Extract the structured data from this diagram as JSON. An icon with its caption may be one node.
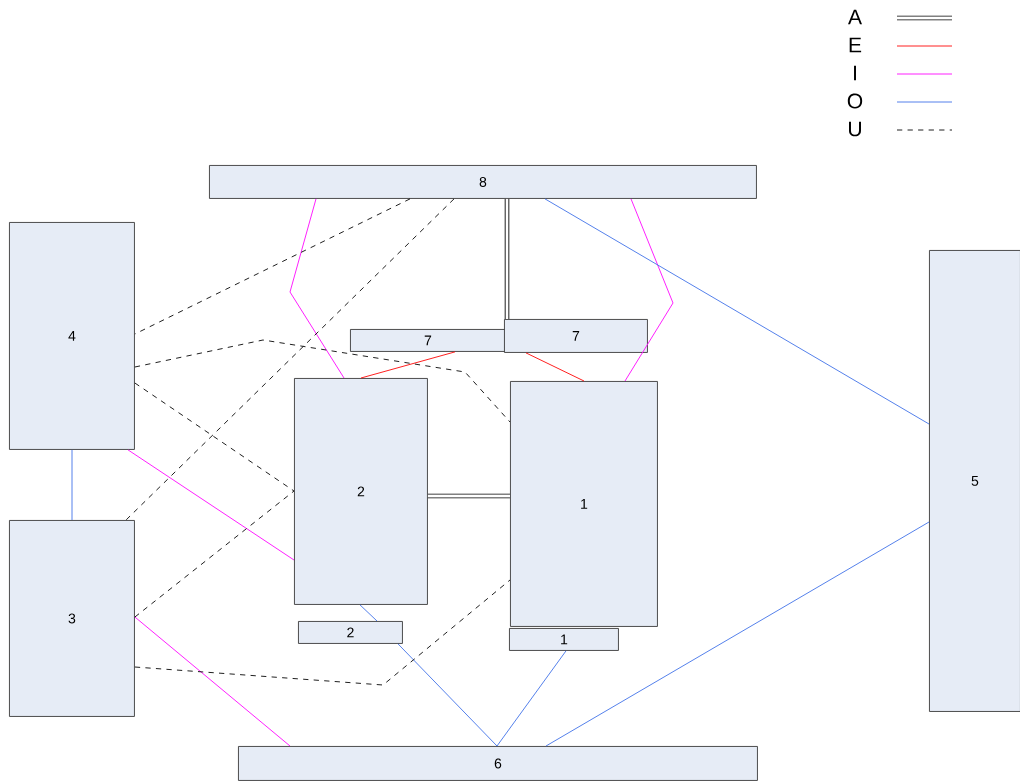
{
  "diagram": {
    "nodes": [
      {
        "text": [
          "8"
        ]
      },
      {
        "text": [
          "4"
        ]
      },
      {
        "text": [
          "7"
        ]
      },
      {
        "text": [
          "7"
        ]
      },
      {
        "text": [
          "2"
        ]
      },
      {
        "text": [
          "1"
        ]
      },
      {
        "text": [
          "5"
        ]
      },
      {
        "text": [
          "3"
        ]
      },
      {
        "text": [
          "2"
        ]
      },
      {
        "text": [
          "1"
        ]
      },
      {
        "text": [
          "6"
        ]
      }
    ],
    "edges": [
      {
        "from": 0,
        "to": 3,
        "arrow": "none",
        "style": "thick",
        "color": "#000000"
      },
      {
        "from": 4,
        "to": 5,
        "arrow": "none",
        "style": "thick",
        "color": "#000000"
      },
      {
        "from": 2,
        "to": 4,
        "arrow": "none",
        "color": "#ff0000"
      },
      {
        "from": 3,
        "to": 5,
        "arrow": "none",
        "color": "#ff0000"
      },
      {
        "from": 0,
        "to": 4,
        "arrow": "none",
        "color": "#ff00ff"
      },
      {
        "from": 0,
        "to": 5,
        "arrow": "none",
        "color": "#ff00ff"
      },
      {
        "from": 1,
        "to": 4,
        "arrow": "none",
        "color": "#ff00ff"
      },
      {
        "from": 7,
        "to": 10,
        "arrow": "none",
        "color": "#ff00ff"
      },
      {
        "from": 1,
        "to": 7,
        "arrow": "none",
        "color": "#3d6fe8"
      },
      {
        "from": 0,
        "to": 6,
        "arrow": "none",
        "color": "#3d6fe8"
      },
      {
        "from": 6,
        "to": 10,
        "arrow": "none",
        "color": "#3d6fe8"
      },
      {
        "from": 4,
        "to": 8,
        "arrow": "none",
        "color": "#3d6fe8"
      },
      {
        "from": 8,
        "to": 10,
        "arrow": "none",
        "color": "#3d6fe8"
      },
      {
        "from": 9,
        "to": 10,
        "arrow": "none",
        "color": "#3d6fe8"
      },
      {
        "from": 0,
        "to": 1,
        "arrow": "none",
        "style": "dashed",
        "color": "#000000"
      },
      {
        "from": 0,
        "to": 7,
        "arrow": "none",
        "style": "dashed",
        "color": "#000000"
      },
      {
        "from": 1,
        "to": 5,
        "arrow": "none",
        "style": "dashed",
        "color": "#000000"
      },
      {
        "from": 1,
        "to": 4,
        "arrow": "none",
        "style": "dashed",
        "color": "#000000"
      },
      {
        "from": 7,
        "to": 4,
        "arrow": "none",
        "style": "dashed",
        "color": "#000000"
      },
      {
        "from": 7,
        "to": 5,
        "arrow": "none",
        "style": "dashed",
        "color": "#000000"
      }
    ],
    "legend": [
      {
        "text": "A"
      },
      {
        "text": "E"
      },
      {
        "text": "I"
      },
      {
        "text": "O"
      },
      {
        "text": "U"
      }
    ]
  }
}
